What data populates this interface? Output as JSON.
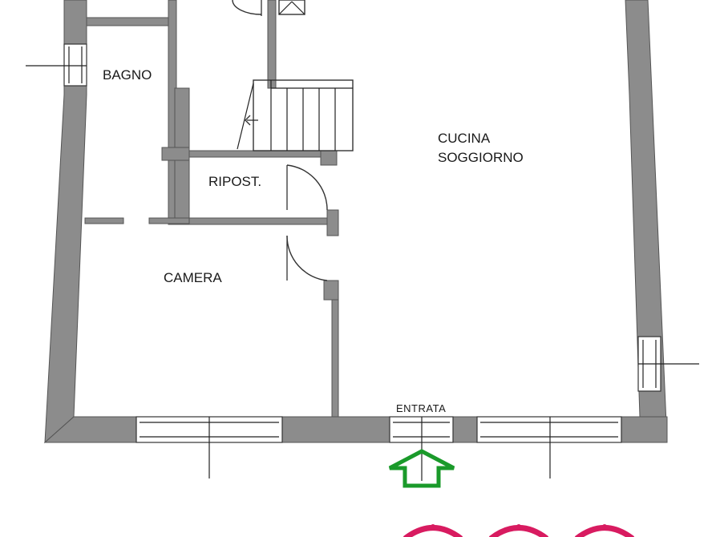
{
  "rooms": {
    "bagno": "BAGNO",
    "cucina_line1": "CUCINA",
    "cucina_line2": "SOGGIORNO",
    "ripostiglio": "RIPOST.",
    "camera": "CAMERA"
  },
  "entrance": {
    "label": "ENTRATA",
    "arrow_color": "#1a9a2a"
  },
  "colors": {
    "wall": "#8c8c8c",
    "logo_accent": "#d81b60"
  }
}
